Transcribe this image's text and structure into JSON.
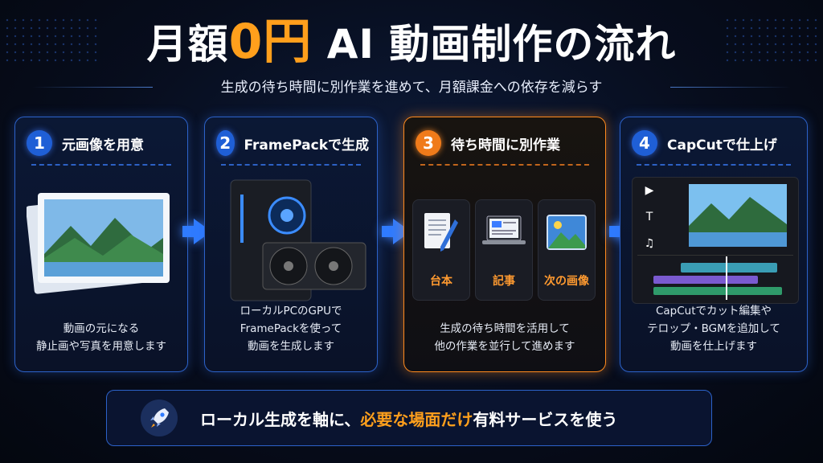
{
  "title": {
    "pre": "月額",
    "highlight": "0円",
    "post": " AI 動画制作の流れ"
  },
  "subtitle": "生成の待ち時間に別作業を進めて、月額課金への依存を減らす",
  "steps": [
    {
      "num": "1",
      "title": "元画像を用意",
      "desc": "動画の元になる\n静止画や写真を用意します"
    },
    {
      "num": "2",
      "title": "FramePackで生成",
      "desc": "ローカルPCのGPUで\nFramePackを使って\n動画を生成します"
    },
    {
      "num": "3",
      "title": "待ち時間に別作業",
      "desc": "生成の待ち時間を活用して\n他の作業を並行して進めます",
      "tasks": [
        "台本",
        "記事",
        "次の画像"
      ]
    },
    {
      "num": "4",
      "title": "CapCutで仕上げ",
      "desc": "CapCutでカット編集や\nテロップ・BGMを追加して\n動画を仕上げます",
      "tools": [
        "▶",
        "T",
        "♫"
      ]
    }
  ],
  "banner": {
    "pre": "ローカル生成を軸に、",
    "highlight": "必要な場面だけ",
    "post": "有料サービスを使う"
  },
  "colors": {
    "accent_blue": "#2f7bff",
    "accent_orange": "#ff9f1c",
    "background": "#070d1d"
  }
}
